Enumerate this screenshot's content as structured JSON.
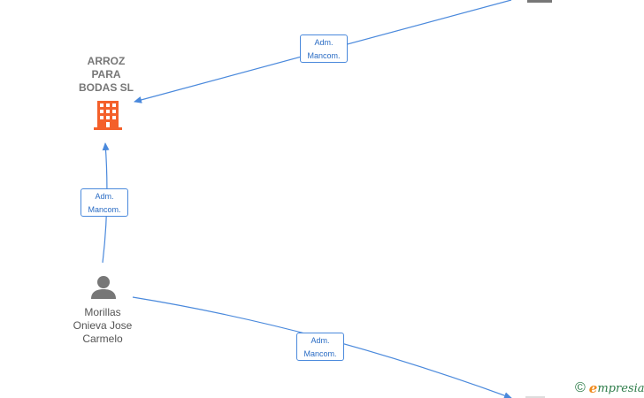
{
  "nodes": {
    "company": {
      "name": "ARROZ\nPARA\nBODAS  SL",
      "icon": "building-icon",
      "color": "#f4602a"
    },
    "person": {
      "name": "Morillas\nOnieva Jose\nCarmelo",
      "icon": "person-icon",
      "color": "#777777"
    }
  },
  "edges": [
    {
      "label": "Adm.\nMancom."
    },
    {
      "label": "Adm.\nMancom."
    },
    {
      "label": "Adm.\nMancom."
    }
  ],
  "edge_color": "#4a89dc",
  "brand": {
    "copyright_symbol": "©",
    "first_letter": "e",
    "rest": "mpresia"
  }
}
